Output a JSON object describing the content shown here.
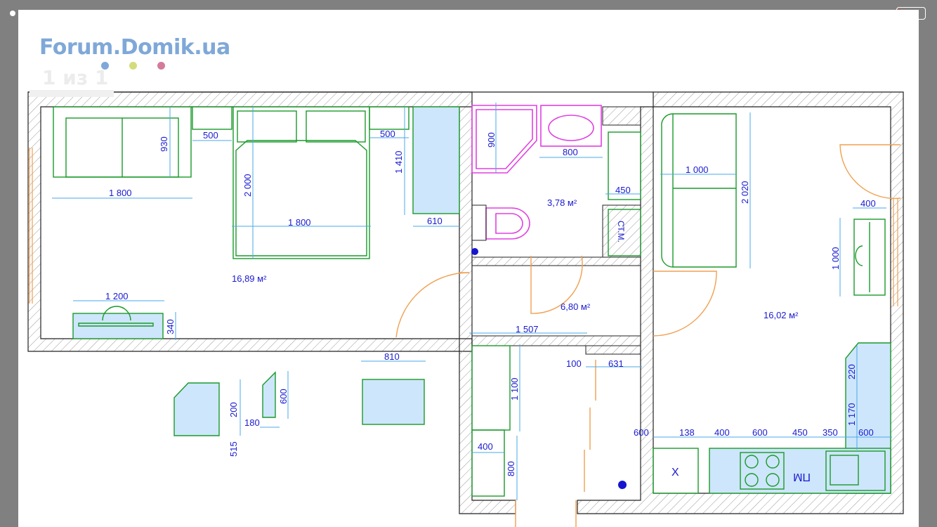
{
  "logo": {
    "text": "Forum.Domik.ua",
    "dots": [
      "#7fa8d8",
      "#d4dc7a",
      "#d47a9a"
    ]
  },
  "pager": {
    "text": "1 из 1"
  },
  "rooms": {
    "living": "16,89 м²",
    "bathroom": "3,78 м²",
    "hall": "6,80 м²",
    "kitchen": "16,02 м²"
  },
  "dimensions": {
    "d930": "930",
    "d500a": "500",
    "d500b": "500",
    "d1800a": "1 800",
    "d2000": "2 000",
    "d1800b": "1 800",
    "d1410": "1 410",
    "d610": "610",
    "d1200": "1 200",
    "d340": "340",
    "d900": "900",
    "d800a": "800",
    "d450a": "450",
    "d1000a": "1 000",
    "d2020": "2 020",
    "d400a": "400",
    "d1000b": "1 000",
    "d1507": "1 507",
    "d1100": "1 100",
    "d100": "100",
    "d631": "631",
    "d220": "220",
    "d1170": "1 170",
    "d810": "810",
    "d200": "200",
    "d600a": "600",
    "d180": "180",
    "d515": "515",
    "d400b": "400",
    "d800b": "800",
    "k600a": "600",
    "k138": "138",
    "k400": "400",
    "k600b": "600",
    "k450": "450",
    "k350": "350",
    "k600c": "600"
  },
  "labels": {
    "wardrobe": "СТ.М.",
    "washer": "ПМ",
    "fridge": "Х"
  },
  "colors": {
    "wall": "#222222",
    "furniture": "#1a9a2a",
    "plumbing": "#e040e0",
    "door": "#f0a050",
    "dim": "#4aa8e8",
    "text": "#1a1ad0",
    "fill": "#cde6fb"
  }
}
